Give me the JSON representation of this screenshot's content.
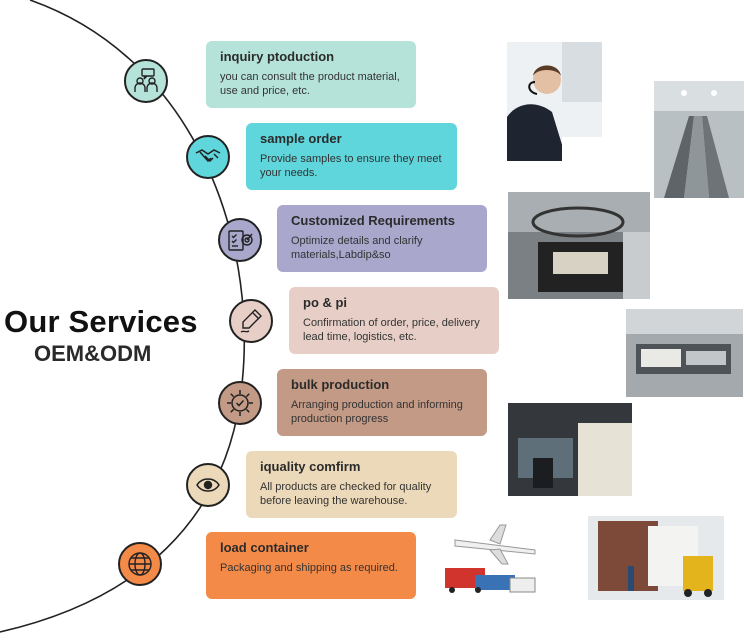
{
  "heading": {
    "title": "Our Services",
    "subtitle": "OEM&ODM"
  },
  "steps": [
    {
      "title": "inquiry ptoduction",
      "desc": "you can consult the product material, use and price, etc.",
      "color": "#b6e3d9",
      "icon": "consultation-icon"
    },
    {
      "title": "sample order",
      "desc": "Provide samples to ensure they meet your needs.",
      "color": "#5fd5dc",
      "icon": "handshake-icon"
    },
    {
      "title": "Customized Requirements",
      "desc": "Optimize details and clarify materials,Labdip&so",
      "color": "#a9a7cc",
      "icon": "checklist-target-icon"
    },
    {
      "title": "po & pi",
      "desc": "Confirmation of order, price, delivery lead time, logistics, etc.",
      "color": "#e7cfc7",
      "icon": "pen-signing-icon"
    },
    {
      "title": "bulk production",
      "desc": "Arranging production and informing production progress",
      "color": "#c39a86",
      "icon": "gear-icon"
    },
    {
      "title": "iquality comfirm",
      "desc": "All products are checked for quality before leaving the warehouse.",
      "color": "#ecd9b9",
      "icon": "eye-icon"
    },
    {
      "title": "load container",
      "desc": "Packaging and shipping as required.",
      "color": "#f48a48",
      "icon": "globe-icon"
    }
  ]
}
